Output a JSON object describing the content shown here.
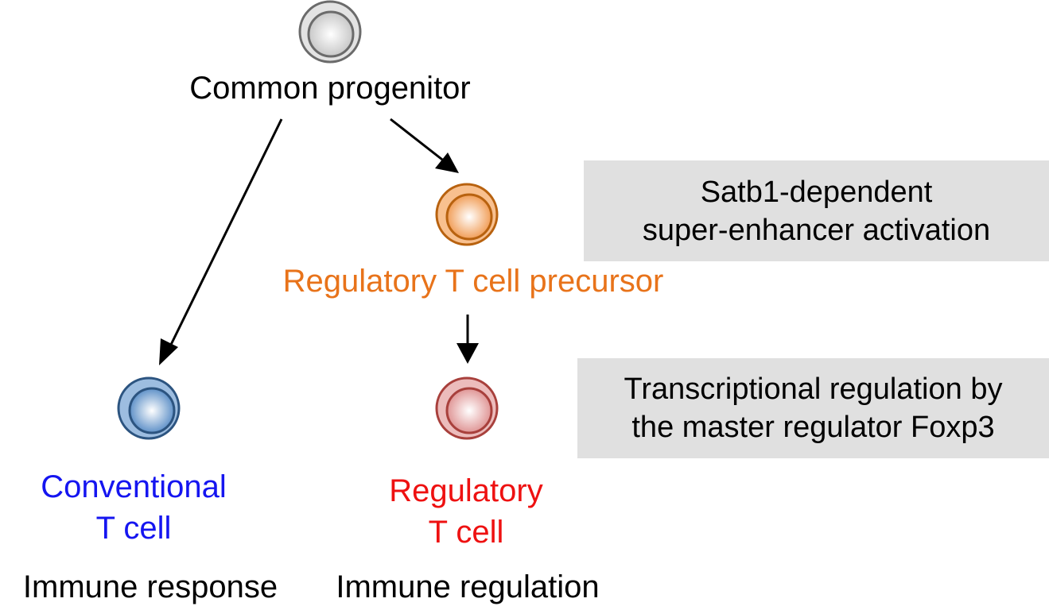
{
  "colors": {
    "progenitor": {
      "fill": "#e6e6e6",
      "stroke": "#6b6b6b"
    },
    "precursor": {
      "fill": "#f3a45e",
      "stroke": "#b8620f",
      "text": "#e8731a"
    },
    "conventional": {
      "fill": "#5f92c9",
      "stroke": "#2c5480",
      "text": "#1515f0"
    },
    "regulatory": {
      "fill": "#e29c9c",
      "stroke": "#a8403c",
      "text": "#ee1111"
    },
    "box_bg": "#e0e0e0"
  },
  "nodes": {
    "progenitor": {
      "label": "Common progenitor"
    },
    "precursor": {
      "label": "Regulatory T cell precursor"
    },
    "conventional": {
      "label_line1": "Conventional",
      "label_line2": "T cell",
      "function": "Immune response"
    },
    "regulatory": {
      "label_line1": "Regulatory",
      "label_line2": "T cell",
      "function": "Immune regulation"
    }
  },
  "annotations": {
    "satb1": {
      "line1": "Satb1-dependent",
      "line2": "super-enhancer activation"
    },
    "foxp3": {
      "line1": "Transcriptional regulation by",
      "line2": "the master regulator Foxp3"
    }
  }
}
